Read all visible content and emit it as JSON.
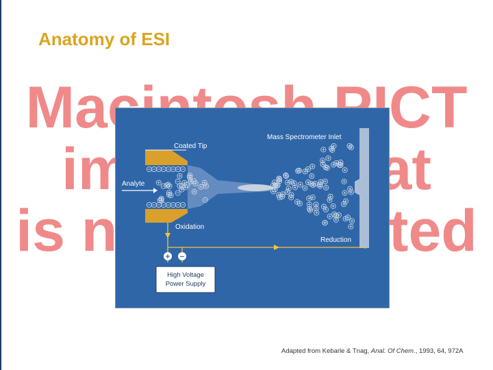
{
  "slide": {
    "title": "Anatomy of ESI",
    "placeholder_lines": [
      "Macintosh PICT",
      "image format",
      "is not supported"
    ],
    "caption": {
      "prefix": "Adapted from Kebarle & Tnag, ",
      "journal": "Anal. Of Chem.",
      "suffix": ", 1993, 64, 972A"
    }
  },
  "figure": {
    "labels": {
      "coated_tip": "Coated Tip",
      "analyte": "Analyte",
      "oxidation": "Oxidation",
      "ms_inlet": "Mass Spectrometer Inlet",
      "reduction": "Reduction",
      "power_supply_line1": "High Voltage",
      "power_supply_line2": "Power Supply",
      "plus": "+",
      "minus": "−"
    },
    "colors": {
      "background": "#2f66a8",
      "tip": "#d9a02c",
      "wire": "#f2c53d",
      "panel_border": "#8a8f96",
      "droplet": "#d6dde6"
    }
  }
}
